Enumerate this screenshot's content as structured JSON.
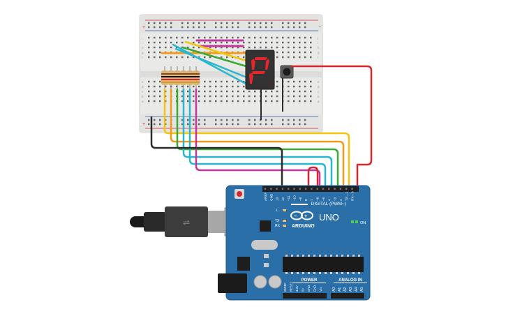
{
  "breadboard": {
    "columns": 30,
    "row_letters": [
      "a",
      "b",
      "c",
      "d",
      "e",
      "f",
      "g",
      "h",
      "i",
      "j"
    ],
    "rail_plus": "+",
    "rail_minus": "−"
  },
  "display": {
    "digit": "P",
    "segment_color": "#e8252a"
  },
  "arduino": {
    "brand": "ARDUINO",
    "model": "UNO",
    "on_label": "ON",
    "l_label": "L",
    "tx_label": "TX",
    "rx_label": "RX",
    "digital_label": "DIGITAL (PWM~)",
    "analog_label": "ANALOG IN",
    "power_label": "POWER",
    "digital_pins": [
      "AREF",
      "GND",
      "13",
      "12",
      "~11",
      "~10",
      "~9",
      "8",
      "7",
      "~6",
      "~5",
      "4",
      "~3",
      "2",
      "TX→1",
      "RX←0"
    ],
    "analog_pins": [
      "A0",
      "A1",
      "A2",
      "A3",
      "A4",
      "A5"
    ],
    "power_pins": [
      "IOREF",
      "RESET",
      "3.3V",
      "5V",
      "GND",
      "GND",
      "Vin"
    ]
  },
  "colors": {
    "board_blue": "#2a6fa8",
    "wire_yellow": "#f2c511",
    "wire_orange": "#f29a1c",
    "wire_green": "#3aa935",
    "wire_cyan": "#29b6cf",
    "wire_magenta": "#c2379b",
    "wire_red": "#d9262c",
    "wire_black": "#2b2b2b"
  }
}
